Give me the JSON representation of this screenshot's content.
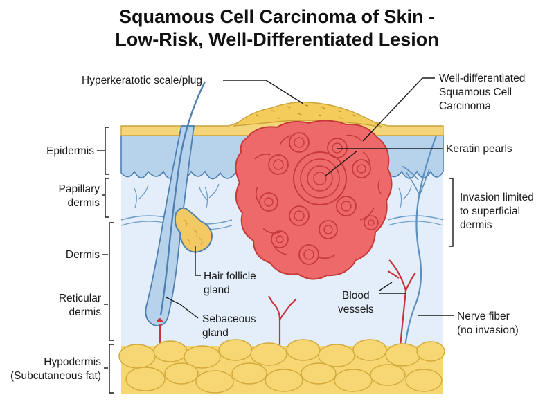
{
  "title_line1": "Squamous Cell Carcinoma of Skin -",
  "title_line2": "Low-Risk, Well-Differentiated Lesion",
  "labels": {
    "hyperkeratotic": "Hyperkeratotic scale/plug",
    "scc_line1": "Well-differentiated",
    "scc_line2": "Squamous Cell",
    "scc_line3": "Carcinoma",
    "keratin_pearls": "Keratin pearls",
    "invasion_line1": "Invasion limited",
    "invasion_line2": "to superficial",
    "invasion_line3": "dermis",
    "nerve_line1": "Nerve fiber",
    "nerve_line2": "(no invasion)",
    "blood_line1": "Blood",
    "blood_line2": "vessels",
    "hair_line1": "Hair follicle",
    "hair_line2": "gland",
    "sebaceous_line1": "Sebaceous",
    "sebaceous_line2": "gland",
    "epidermis": "Epidermis",
    "papillary_line1": "Papillary",
    "papillary_line2": "dermis",
    "dermis": "Dermis",
    "reticular_line1": "Reticular",
    "reticular_line2": "dermis",
    "hypodermis_line1": "Hypodermis",
    "hypodermis_line2": "(Subcutaneous fat)"
  },
  "colors": {
    "skin_surface": "#f5d57a",
    "epidermis": "#b7d3ec",
    "dermis": "#e3eefa",
    "tumor": "#ee6a6a",
    "tumor_outline": "#c73a3a",
    "fat": "#f6d774",
    "blood_vessel": "#c8343b",
    "nerve": "#5b8fc0"
  }
}
